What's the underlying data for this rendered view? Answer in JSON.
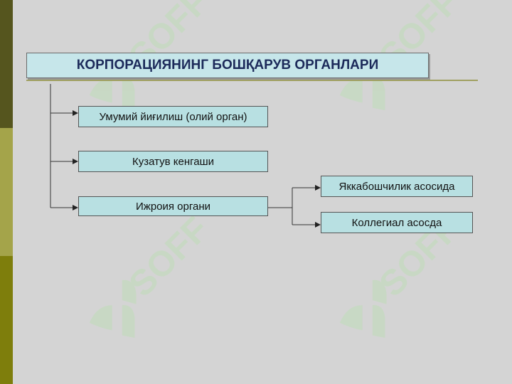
{
  "slide": {
    "title": "КОРПОРАЦИЯНИНГ БОШҚАРУВ ОРГАНЛАРИ",
    "watermark_text": "SOFF"
  },
  "diagram": {
    "nodes": [
      {
        "id": "general-meeting",
        "label": "Умумий йиғилиш (олий орган)"
      },
      {
        "id": "supervisory-board",
        "label": "Кузатув кенгаши"
      },
      {
        "id": "executive-body",
        "label": "Ижроия органи"
      },
      {
        "id": "sole-basis",
        "label": "Яккабошчилик асосида"
      },
      {
        "id": "collegial-basis",
        "label": "Коллегиал асосда"
      }
    ],
    "edges": [
      {
        "from": "title",
        "to": "general-meeting"
      },
      {
        "from": "title",
        "to": "supervisory-board"
      },
      {
        "from": "title",
        "to": "executive-body"
      },
      {
        "from": "executive-body",
        "to": "sole-basis"
      },
      {
        "from": "executive-body",
        "to": "collegial-basis"
      }
    ]
  },
  "colors": {
    "background": "#d4d4d4",
    "box_fill": "#b8e0e2",
    "title_fill": "#c6e6ea",
    "title_text": "#1c2a5a",
    "watermark": "#c7d9c3"
  }
}
